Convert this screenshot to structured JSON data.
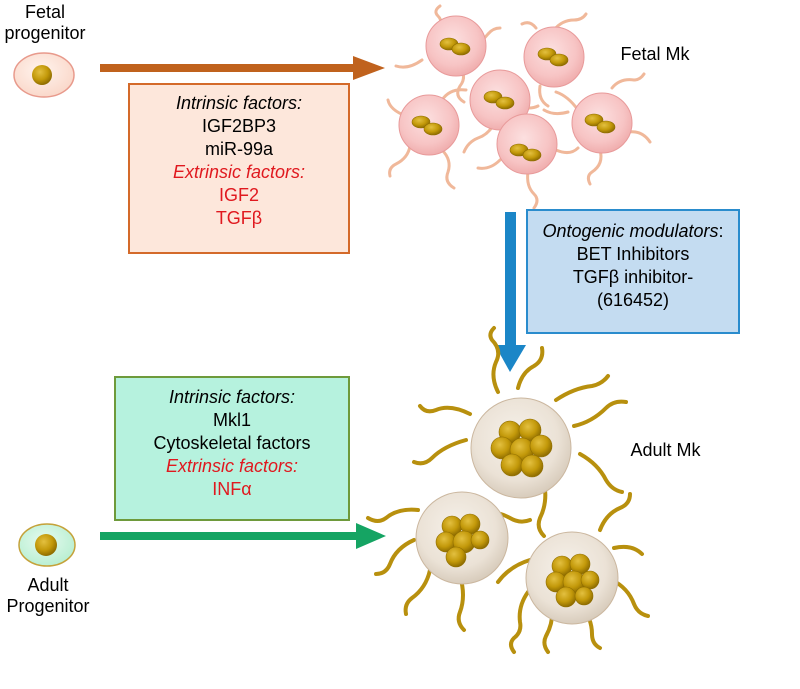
{
  "labels": {
    "fetal_progenitor": [
      "Fetal",
      "progenitor"
    ],
    "fetal_mk": "Fetal Mk",
    "adult_mk": "Adult Mk",
    "adult_progenitor": [
      "Adult",
      "Progenitor"
    ]
  },
  "fetal_box": {
    "intrinsic_header": "Intrinsic factors:",
    "intrinsic_items": [
      "IGF2BP3",
      "miR-99a"
    ],
    "extrinsic_header": "Extrinsic factors:",
    "extrinsic_items": [
      "IGF2",
      "TGFβ"
    ]
  },
  "modulators_box": {
    "header": "Ontogenic modulators",
    "header_suffix": ":",
    "items": [
      "BET Inhibitors",
      "TGFβ inhibitor-",
      "(616452)"
    ]
  },
  "adult_box": {
    "intrinsic_header": "Intrinsic factors:",
    "intrinsic_items": [
      "Mkl1",
      "Cytoskeletal factors"
    ],
    "extrinsic_header": "Extrinsic factors:",
    "extrinsic_items": [
      "INFα"
    ]
  },
  "colors": {
    "fetal_arrow": "#c0621d",
    "adult_arrow": "#15a463",
    "ontogenic_arrow": "#1b86c7",
    "fetal_box_fill": "#fde7db",
    "fetal_box_border": "#d46a2a",
    "mod_box_fill": "#c4dcf1",
    "mod_box_border": "#2a8ccd",
    "adult_box_fill": "#b6f2de",
    "adult_box_border": "#6e9a3b",
    "extrinsic_text": "#e0191f",
    "nucleus": "#c3990a",
    "fetal_cell": "#f7c4c4",
    "adult_cell": "#ebe2d6"
  }
}
